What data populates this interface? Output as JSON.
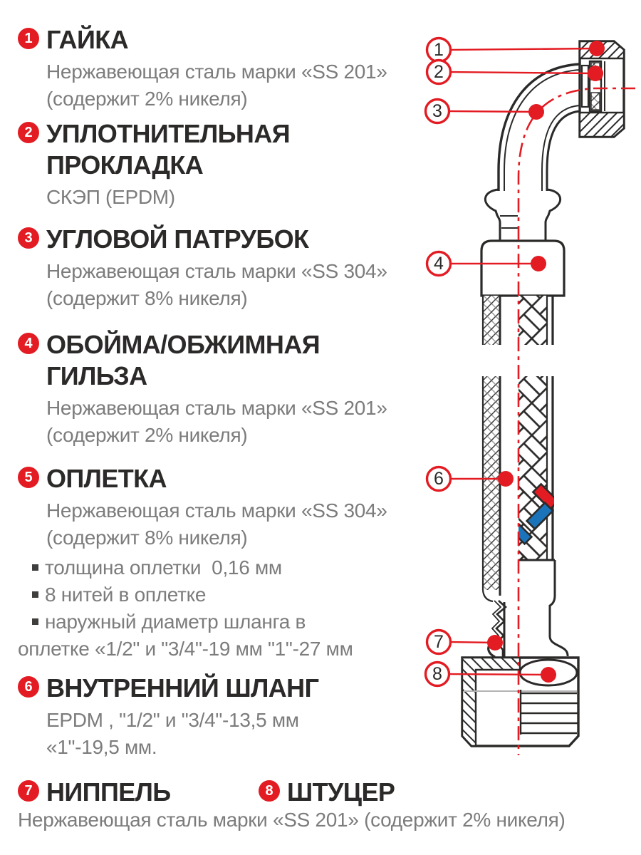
{
  "colors": {
    "accent_red": "#e31b22",
    "ink": "#2b2a29",
    "body_gray": "#7c7c7c",
    "braid_blue": "#1b74ba"
  },
  "items": [
    {
      "num": "1",
      "title": "ГАЙКА",
      "body": [
        "Нержавеющая сталь марки «SS 201» (содержит 2% никеля)"
      ]
    },
    {
      "num": "2",
      "title": "УПЛОТНИТЕЛЬНАЯ ПРОКЛАДКА",
      "body": [
        "СКЭП (EPDM)"
      ]
    },
    {
      "num": "3",
      "title": "УГЛОВОЙ ПАТРУБОК",
      "body": [
        "Нержавеющая сталь марки «SS 304» (содержит 8% никеля)"
      ]
    },
    {
      "num": "4",
      "title": "ОБОЙМА/ОБЖИМНАЯ ГИЛЬЗА",
      "body": [
        "Нержавеющая сталь марки «SS 201» (содержит 2% никеля)"
      ]
    },
    {
      "num": "5",
      "title": "ОПЛЕТКА",
      "body": [
        "Нержавеющая сталь марки «SS 304» (содержит 8% никеля)"
      ],
      "bullets": [
        "толщина оплетки  0,16 мм",
        "8 нитей в оплетке",
        "наружный диаметр шланга в"
      ],
      "bullets_continuation": "оплетке «1/2\" и \"3/4\"-19 мм \"1\"-27 мм"
    },
    {
      "num": "6",
      "title": "ВНУТРЕННИЙ ШЛАНГ",
      "body": [
        "EPDM , \"1/2\" и \"3/4\"-13,5 мм",
        "«1\"-19,5 мм."
      ]
    },
    {
      "num": "7",
      "title": "НИППЕЛЬ",
      "body": []
    },
    {
      "num": "8",
      "title": "ШТУЦЕР",
      "body": []
    }
  ],
  "footer": "Нержавеющая сталь марки «SS 201» (содержит 2% никеля)",
  "diagram": {
    "callouts": [
      "1",
      "2",
      "3",
      "4",
      "6",
      "7",
      "8"
    ]
  }
}
